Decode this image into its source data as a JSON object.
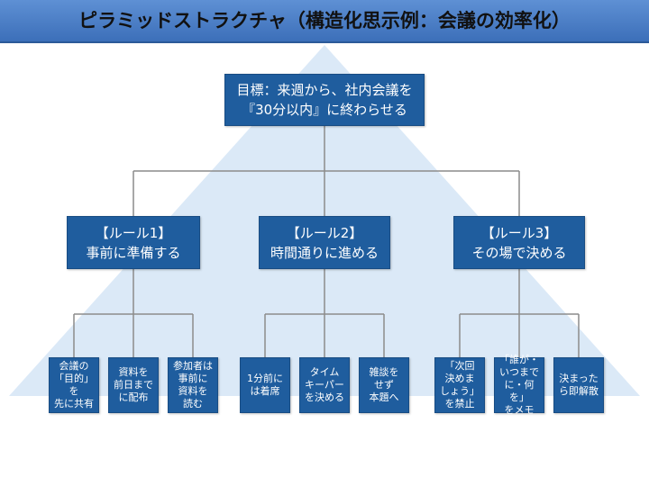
{
  "title": "ピラミッドストラクチャ（構造化思示例：会議の効率化）",
  "goal": "目標：来週から、社内会議を\n『30分以内』に終わらせる",
  "rules": [
    {
      "label": "【ルール1】\n事前に準備する",
      "leaves": [
        "会議の\n「目的」を\n先に共有",
        "資料を\n前日まで\nに配布",
        "参加者は\n事前に\n資料を\n読む"
      ]
    },
    {
      "label": "【ルール2】\n時間通りに進める",
      "leaves": [
        "1分前に\nは着席",
        "タイム\nキーパー\nを決める",
        "雑談を\nせず\n本題へ"
      ]
    },
    {
      "label": "【ルール3】\nその場で決める",
      "leaves": [
        "「次回\n決めま\nしょう」\nを禁止",
        "「誰が・\nいつまで\nに・何を」\nをメモ",
        "決まった\nら即解散"
      ]
    }
  ],
  "colors": {
    "title_bar": "#3c6fb9",
    "box": "#1f5d9e",
    "pyramid": "#dbe9f7",
    "connector": "#8c8c8c"
  }
}
